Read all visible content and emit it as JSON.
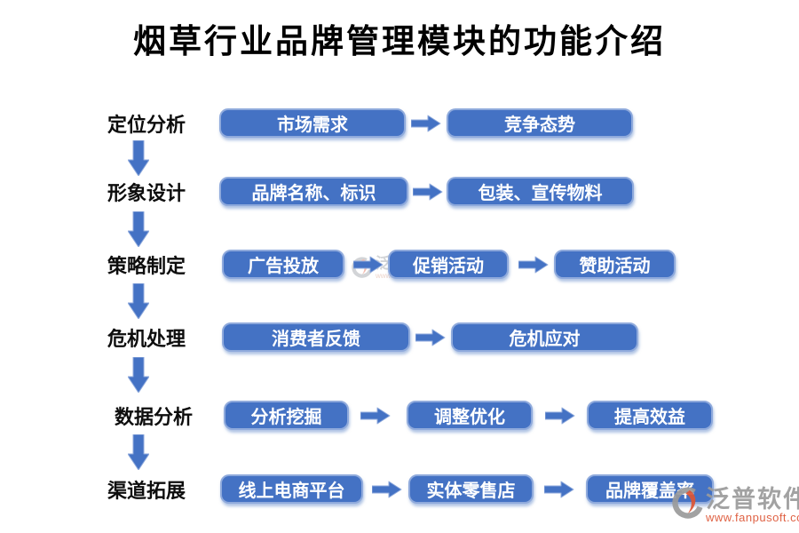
{
  "title": "烟草行业品牌管理模块的功能介绍",
  "colors": {
    "box_fill": "#4472C4",
    "box_border": "#8FAADC",
    "text_on_box": "#ffffff",
    "label_text": "#0d0d0d",
    "watermark_gray": "#9b9b9b",
    "watermark_orange": "#dd5535"
  },
  "rows": [
    {
      "label": "定位分析",
      "boxes": [
        "市场需求",
        "竞争态势"
      ]
    },
    {
      "label": "形象设计",
      "boxes": [
        "品牌名称、标识",
        "包装、宣传物料"
      ]
    },
    {
      "label": "策略制定",
      "boxes": [
        "广告投放",
        "促销活动",
        "赞助活动"
      ]
    },
    {
      "label": "危机处理",
      "boxes": [
        "消费者反馈",
        "危机应对"
      ]
    },
    {
      "label": "数据分析",
      "boxes": [
        "分析挖掘",
        "调整优化",
        "提高效益"
      ]
    },
    {
      "label": "渠道拓展",
      "boxes": [
        "线上电商平台",
        "实体零售店",
        "品牌覆盖率"
      ]
    }
  ],
  "watermark": {
    "brand": "泛普软件",
    "url": "www.fanpusoft.com"
  }
}
